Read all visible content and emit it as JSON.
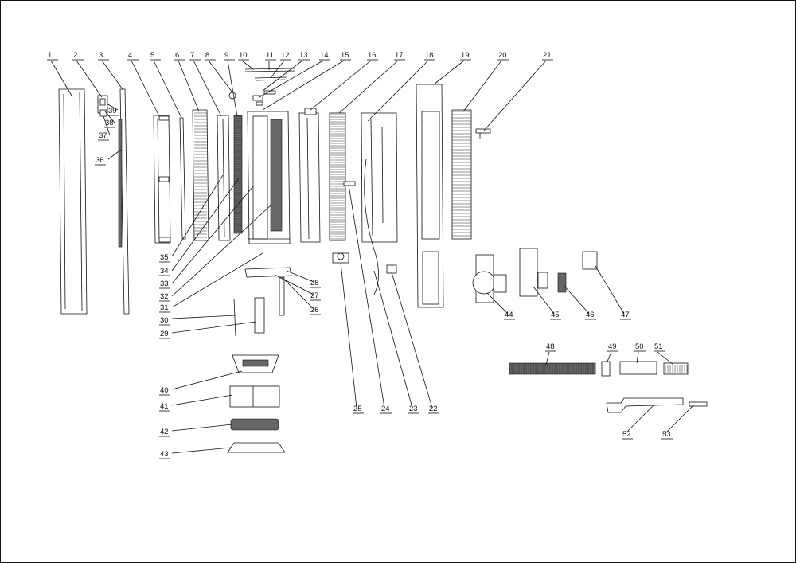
{
  "diagram": {
    "kind": "exploded-parts-view",
    "part_numbers": [
      "1",
      "2",
      "3",
      "4",
      "5",
      "6",
      "7",
      "8",
      "9",
      "10",
      "11",
      "12",
      "13",
      "14",
      "15",
      "16",
      "17",
      "18",
      "19",
      "20",
      "21",
      "22",
      "23",
      "24",
      "25",
      "26",
      "27",
      "28",
      "29",
      "30",
      "31",
      "32",
      "33",
      "34",
      "35",
      "36",
      "37",
      "38",
      "39",
      "40",
      "41",
      "42",
      "43",
      "44",
      "45",
      "46",
      "47",
      "48",
      "49",
      "50",
      "51",
      "52",
      "53"
    ],
    "colors": {
      "line": "#111111",
      "background": "#ffffff",
      "fill_dark": "#666666"
    }
  }
}
